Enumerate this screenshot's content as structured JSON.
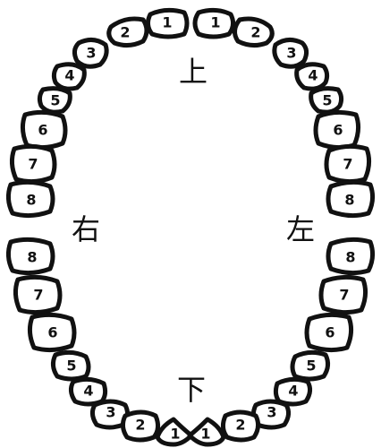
{
  "labels": {
    "upper": "上",
    "lower": "下",
    "right": "右",
    "left": "左"
  },
  "upper_right": [
    "1",
    "2",
    "3",
    "4",
    "5",
    "6",
    "7",
    "8"
  ],
  "upper_left": [
    "1",
    "2",
    "3",
    "4",
    "5",
    "6",
    "7",
    "8"
  ],
  "lower_right": [
    "1",
    "2",
    "3",
    "4",
    "5",
    "6",
    "7",
    "8"
  ],
  "lower_left": [
    "1",
    "2",
    "3",
    "4",
    "5",
    "6",
    "7",
    "8"
  ]
}
